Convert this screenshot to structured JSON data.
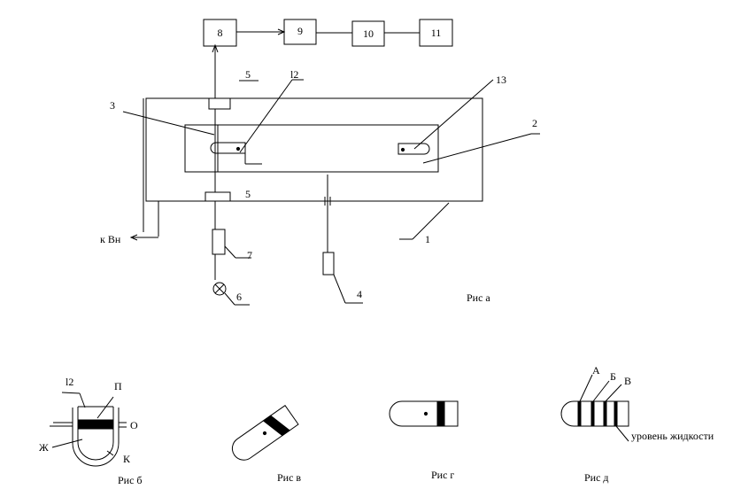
{
  "blocks": {
    "b8": "8",
    "b9": "9",
    "b10": "10",
    "b11": "11"
  },
  "labels": {
    "n1": "1",
    "n2": "2",
    "n3": "3",
    "n4": "4",
    "n5_top": "5",
    "n5_bottom": "5",
    "n6": "6",
    "n7": "7",
    "n12": "l2",
    "n13": "13",
    "k_vn": "к Вн"
  },
  "captions": {
    "a": "Рис а",
    "b": "Рис б",
    "v": "Рис в",
    "g": "Рис г",
    "d": "Рис д"
  },
  "fig_b": {
    "l2": "l2",
    "P": "П",
    "O": "О",
    "Zh": "Ж",
    "K": "К"
  },
  "fig_d": {
    "A": "А",
    "B": "Б",
    "V": "В",
    "level": "уровень жидкости"
  },
  "colors": {
    "line": "#000000",
    "background": "#ffffff",
    "fill": "#000000"
  }
}
